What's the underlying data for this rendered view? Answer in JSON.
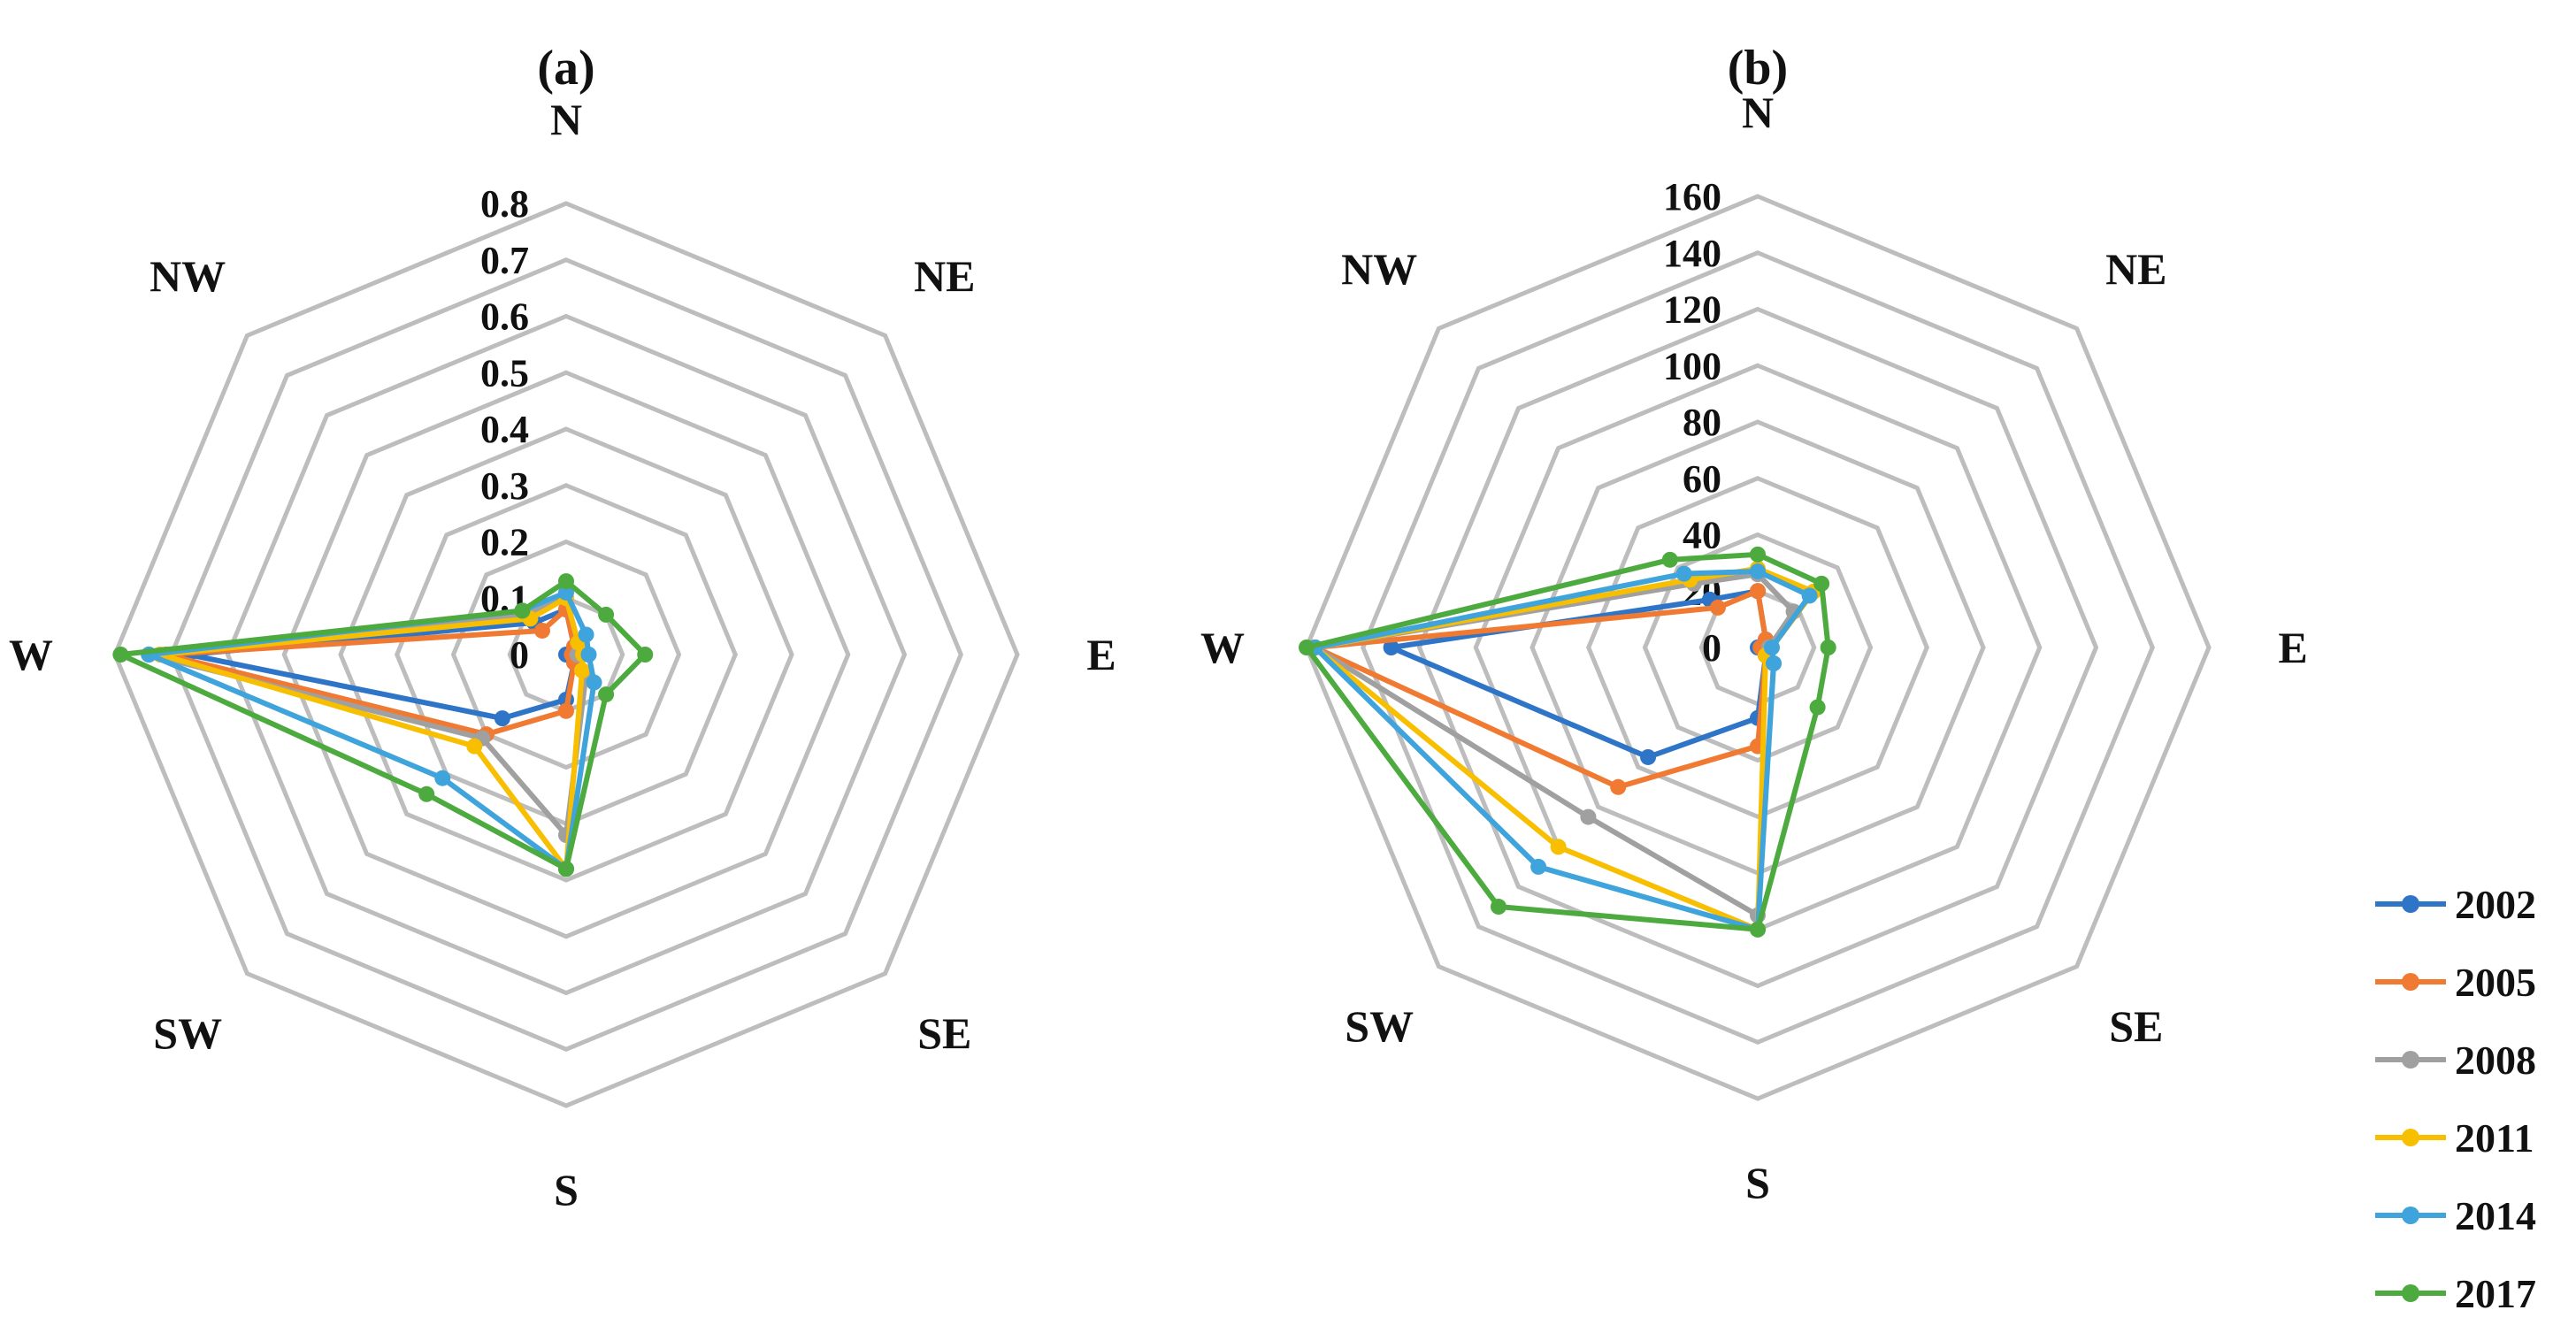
{
  "chart_data": [
    {
      "type": "radar",
      "title": "(a)",
      "categories": [
        "N",
        "NE",
        "E",
        "SE",
        "S",
        "SW",
        "W",
        "NW"
      ],
      "rlim": [
        0,
        0.8
      ],
      "ticks": [
        "0",
        "0.1",
        "0.2",
        "0.3",
        "0.4",
        "0.5",
        "0.6",
        "0.7",
        "0.8"
      ],
      "grid": true,
      "series": [
        {
          "name": "2002",
          "color": "#2E75C8",
          "values": [
            0.08,
            0.02,
            0.0,
            0.02,
            0.08,
            0.16,
            0.67,
            0.08
          ]
        },
        {
          "name": "2005",
          "color": "#F07A32",
          "values": [
            0.08,
            0.02,
            0.01,
            0.02,
            0.1,
            0.2,
            0.71,
            0.06
          ]
        },
        {
          "name": "2008",
          "color": "#A0A0A0",
          "values": [
            0.1,
            0.03,
            0.02,
            0.05,
            0.32,
            0.21,
            0.74,
            0.1
          ]
        },
        {
          "name": "2011",
          "color": "#F8BE00",
          "values": [
            0.1,
            0.03,
            0.03,
            0.04,
            0.38,
            0.23,
            0.72,
            0.09
          ]
        },
        {
          "name": "2014",
          "color": "#3FA3DC",
          "values": [
            0.11,
            0.05,
            0.04,
            0.07,
            0.38,
            0.31,
            0.74,
            0.11
          ]
        },
        {
          "name": "2017",
          "color": "#4DAA3F",
          "values": [
            0.13,
            0.1,
            0.14,
            0.1,
            0.38,
            0.35,
            0.79,
            0.11
          ]
        }
      ]
    },
    {
      "type": "radar",
      "title": "(b)",
      "categories": [
        "N",
        "NE",
        "E",
        "SE",
        "S",
        "SW",
        "W",
        "NW"
      ],
      "rlim": [
        0,
        160
      ],
      "ticks": [
        "0",
        "20",
        "40",
        "60",
        "80",
        "100",
        "120",
        "140",
        "160"
      ],
      "grid": true,
      "series": [
        {
          "name": "2002",
          "color": "#2E75C8",
          "values": [
            20,
            4,
            0,
            4,
            25,
            55,
            130,
            24
          ]
        },
        {
          "name": "2005",
          "color": "#F07A32",
          "values": [
            20,
            4,
            1,
            4,
            35,
            70,
            157,
            20
          ]
        },
        {
          "name": "2008",
          "color": "#A0A0A0",
          "values": [
            26,
            18,
            4,
            8,
            95,
            85,
            157,
            32
          ]
        },
        {
          "name": "2011",
          "color": "#F8BE00",
          "values": [
            28,
            28,
            5,
            4,
            100,
            100,
            157,
            34
          ]
        },
        {
          "name": "2014",
          "color": "#3FA3DC",
          "values": [
            27,
            26,
            5,
            8,
            100,
            110,
            157,
            37
          ]
        },
        {
          "name": "2017",
          "color": "#4DAA3F",
          "values": [
            33,
            32,
            25,
            30,
            100,
            130,
            160,
            44
          ]
        }
      ]
    }
  ]
}
